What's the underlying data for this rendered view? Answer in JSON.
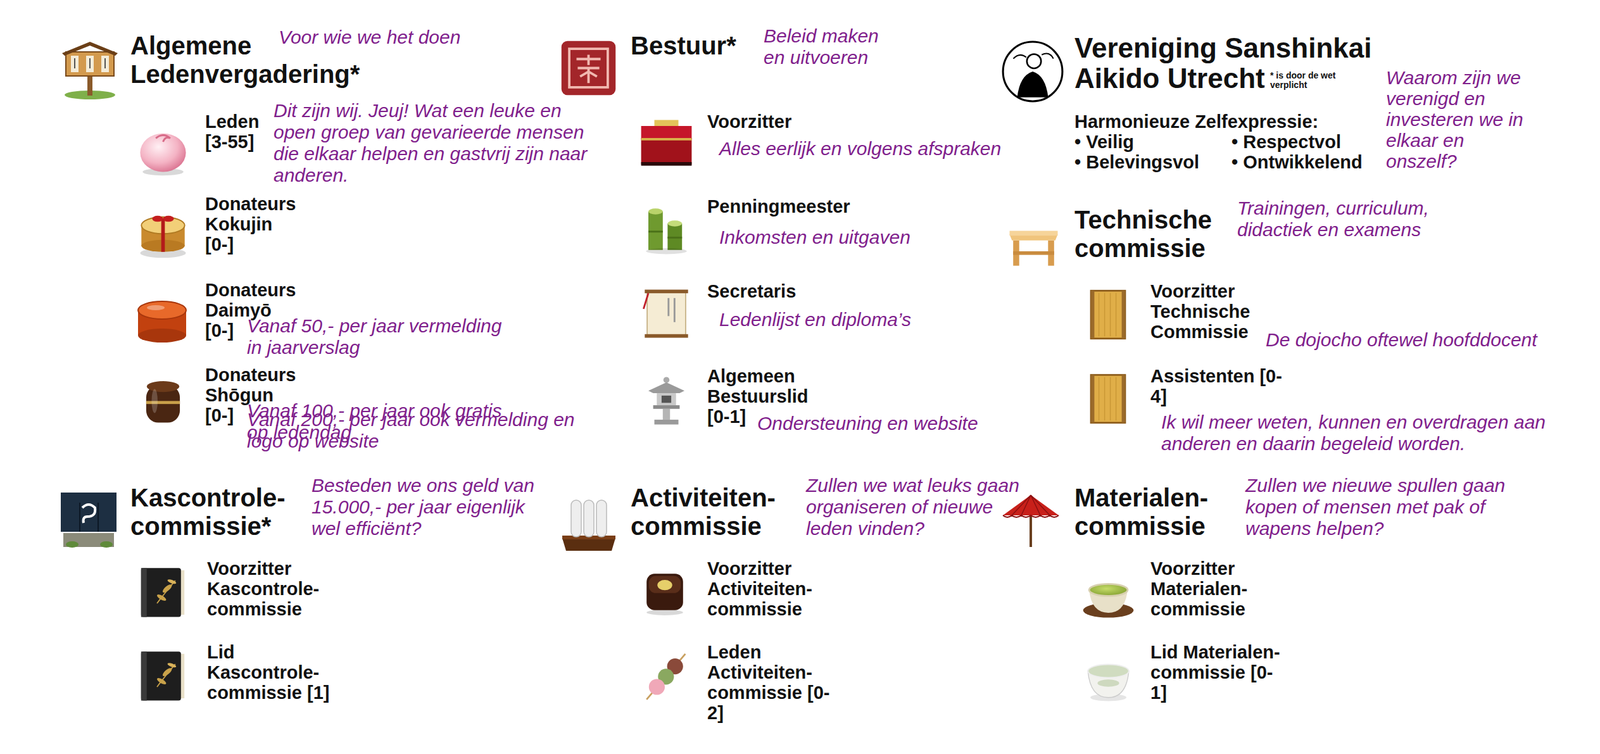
{
  "diagram": {
    "title": "Vereniging Sanshinkai Aikido Utrecht",
    "nodes": [
      {
        "text": [
          "Algemene Ledenvergadering*",
          "Voor wie we het doen"
        ]
      },
      {
        "text": [
          "Leden [3-55]",
          "Dit zijn wij. Jeuj! Wat een leuke en open groep van gevarieerde mensen die elkaar helpen en gastvrij zijn naar anderen."
        ],
        "in": 0
      },
      {
        "text": [
          "Donateurs Kokujin [0-]",
          "Vanaf 50,- per jaar vermelding in jaarverslag"
        ],
        "in": 0
      },
      {
        "text": [
          "Donateurs Daimyō [0-]",
          "Vanaf 100,- per jaar ook gratis op ledendag"
        ],
        "in": 0
      },
      {
        "text": [
          "Donateurs Shōgun [0-]",
          "Vanaf 200,- per jaar ook vermelding en logo op website"
        ],
        "in": 0
      },
      {
        "text": [
          "Bestuur*",
          "Beleid maken en uitvoeren"
        ]
      },
      {
        "text": [
          "Voorzitter",
          "Alles eerlijk en volgens afspraken"
        ],
        "in": 5
      },
      {
        "text": [
          "Penningmeester",
          "Inkomsten en uitgaven"
        ],
        "in": 5
      },
      {
        "text": [
          "Secretaris",
          "Ledenlijst en diploma’s"
        ],
        "in": 5
      },
      {
        "text": [
          "Algemeen Bestuurslid [0-1]",
          "Ondersteuning en website"
        ],
        "in": 5
      },
      {
        "text": [
          "Technische commissie",
          "Trainingen, curriculum, didactiek en examens"
        ]
      },
      {
        "text": [
          "Voorzitter Technische Commissie",
          "De dojocho oftewel hoofddocent"
        ],
        "in": 10
      },
      {
        "text": [
          "Assistenten [0-4]",
          "Ik wil meer weten, kunnen en overdragen aan anderen en daarin begeleid worden."
        ],
        "in": 10
      },
      {
        "text": [
          "Kascontrole- commissie*",
          "Besteden we ons geld van 15.000,- per jaar eigenlijk wel efficiënt?"
        ]
      },
      {
        "text": [
          "Voorzitter Kascontrole- commissie"
        ],
        "in": 13
      },
      {
        "text": [
          "Lid Kascontrole- commissie [1]"
        ],
        "in": 13
      },
      {
        "text": [
          "Activiteiten- commissie",
          "Zullen we wat leuks gaan organiseren of nieuwe leden vinden?"
        ]
      },
      {
        "text": [
          "Voorzitter Activiteiten- commissie"
        ],
        "in": 16
      },
      {
        "text": [
          "Leden Activiteiten- commissie [0-2]"
        ],
        "in": 16
      },
      {
        "text": [
          "Materialen- commissie",
          "Zullen we nieuwe spullen gaan kopen of mensen met pak of wapens helpen?"
        ]
      },
      {
        "text": [
          "Voorzitter Materialen- commissie"
        ],
        "in": 19
      },
      {
        "text": [
          "Lid Materialen- commissie [0-1]"
        ],
        "in": 19
      }
    ],
    "labels": [
      "* is door de wet verplicht",
      "Waarom zijn we verenigd en investeren we in elkaar en onszelf?",
      "Harmonieuze Zelfexpressie:",
      "• Veilig",
      "• Respectvol",
      "• Belevingsvol",
      "• Ontwikkelend"
    ]
  }
}
